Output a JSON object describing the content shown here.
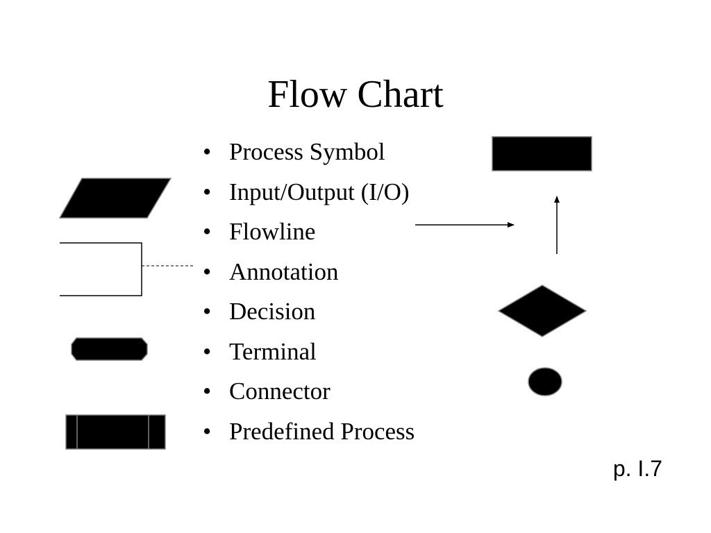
{
  "slide": {
    "title": "Flow Chart",
    "bullet_char": "•",
    "items": [
      {
        "label": "Process Symbol"
      },
      {
        "label": "Input/Output (I/O)"
      },
      {
        "label": "Flowline"
      },
      {
        "label": "Annotation"
      },
      {
        "label": "Decision"
      },
      {
        "label": "Terminal"
      },
      {
        "label": "Connector"
      },
      {
        "label": "Predefined Process"
      }
    ],
    "page_number": "p. I.7"
  },
  "colors": {
    "background": "#ffffff",
    "text": "#000000",
    "symbol_fill": "#000000",
    "symbol_stroke": "#808080"
  }
}
